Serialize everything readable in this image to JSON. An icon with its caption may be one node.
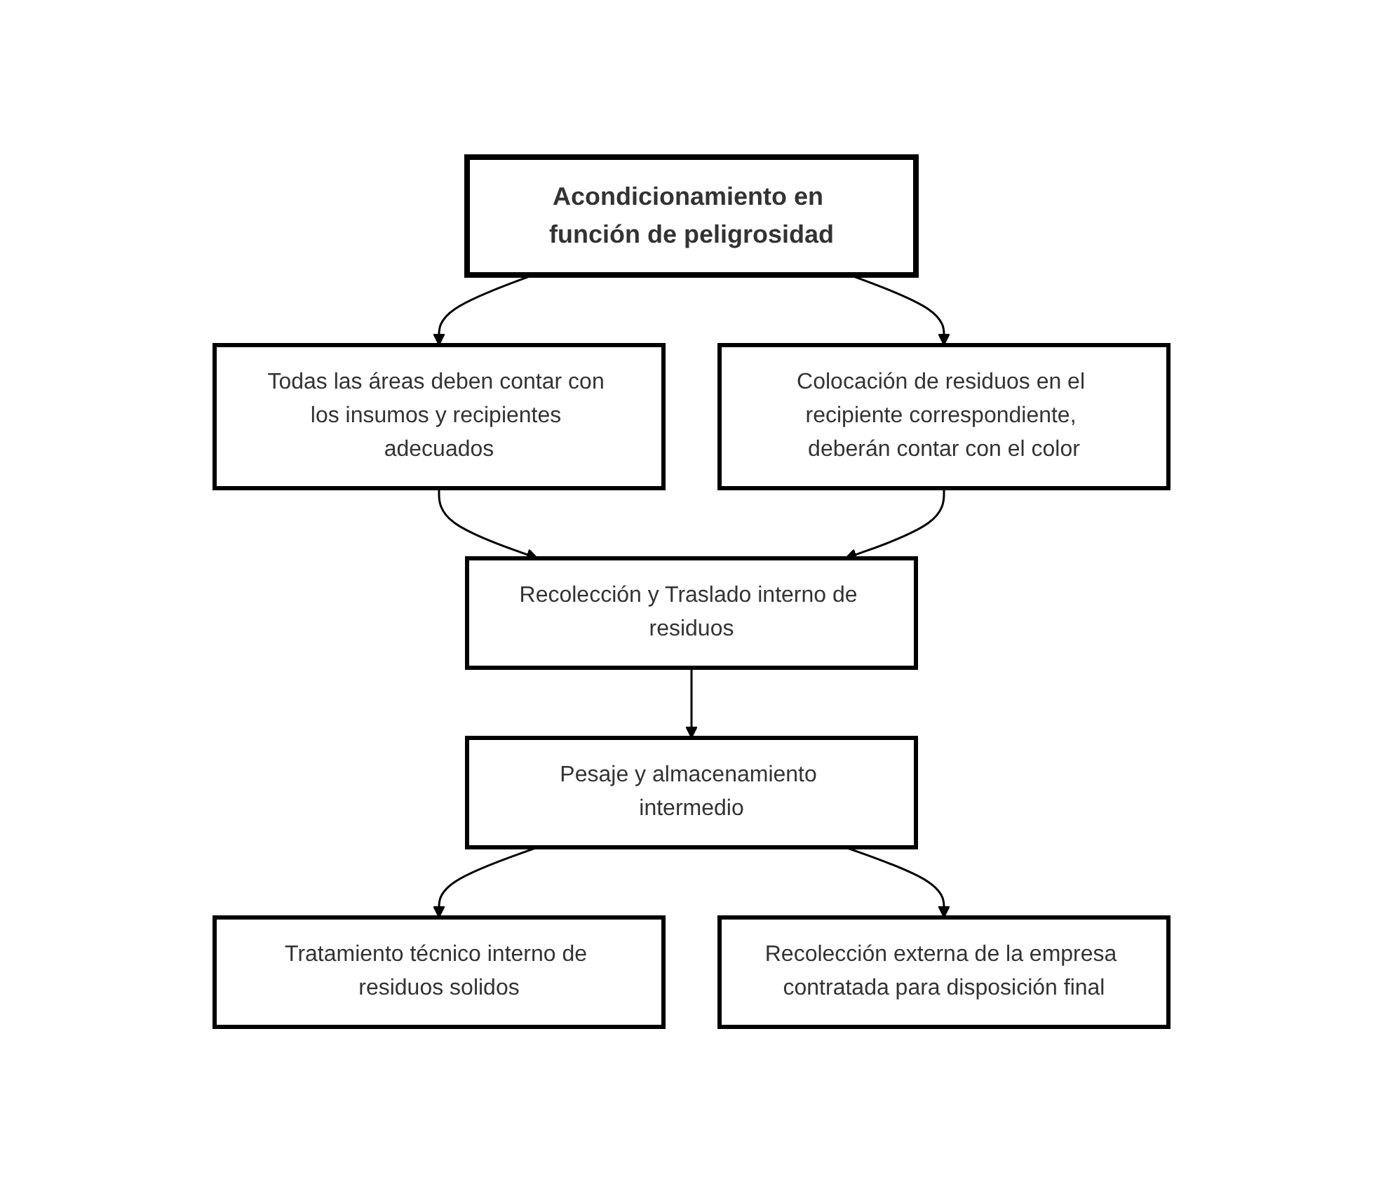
{
  "diagram": {
    "nodes": [
      {
        "text": [
          "Acondicionamiento en función de peligrosidad"
        ]
      },
      {
        "text": [
          "Todas las áreas deben contar con los insumos y recipientes adecuados"
        ]
      },
      {
        "text": [
          "Colocación de residuos en el recipiente correspondiente, deberán contar con el color"
        ]
      },
      {
        "text": [
          "Recolección y Traslado interno de residuos"
        ]
      },
      {
        "text": [
          "Pesaje y almacenamiento intermedio"
        ]
      },
      {
        "text": [
          "Tratamiento técnico interno de residuos solidos"
        ]
      },
      {
        "text": [
          "Recolección externa de la empresa contratada para disposición final"
        ]
      }
    ],
    "edges": [
      {
        "from": 0,
        "to": 1,
        "arrow": "to"
      },
      {
        "from": 0,
        "to": 2,
        "arrow": "to"
      },
      {
        "from": 1,
        "to": 3,
        "arrow": "to"
      },
      {
        "from": 2,
        "to": 3,
        "arrow": "to"
      },
      {
        "from": 3,
        "to": 4,
        "arrow": "to"
      },
      {
        "from": 4,
        "to": 5,
        "arrow": "to"
      },
      {
        "from": 4,
        "to": 6,
        "arrow": "to"
      }
    ]
  }
}
